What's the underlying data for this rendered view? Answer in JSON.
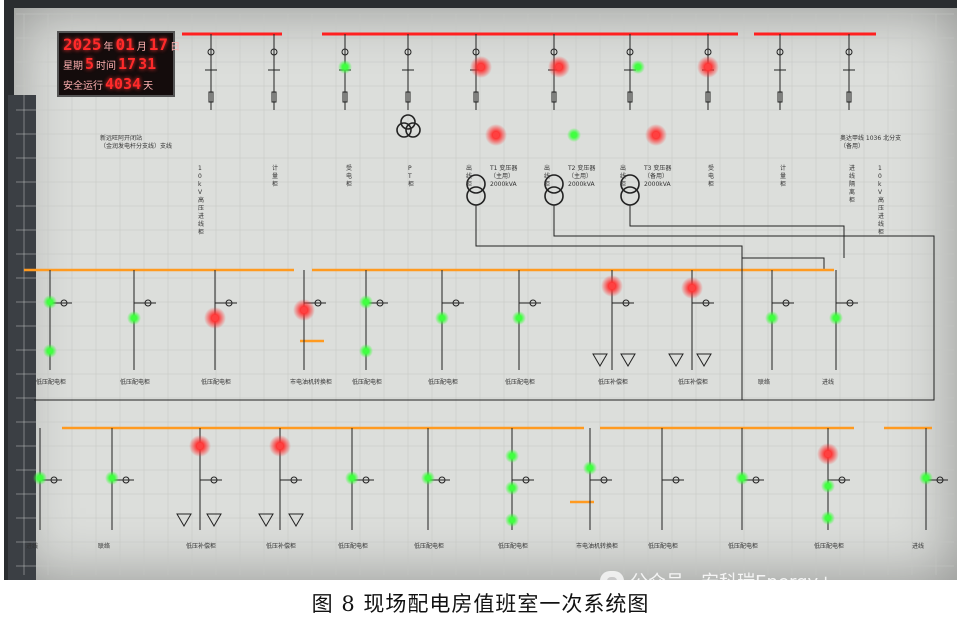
{
  "clock": {
    "year": "2025",
    "year_unit": "年",
    "month": "01",
    "month_unit": "月",
    "day": "17",
    "day_unit": "日",
    "weekday_label": "星期",
    "weekday": "5",
    "time_label": "时间",
    "hour": "17",
    "minute": "31",
    "safe_label": "安全运行",
    "safe_days": "4034",
    "safe_unit": "天"
  },
  "top_bays": {
    "incoming_left": "新远旺阿开闭站\n（金润发电杆分支线）支线",
    "incoming_right": "奥达甲线 1036 北分支\n（备用）",
    "t1": "T1 变压器\n（主用）",
    "t2": "T2 变压器\n（主用）",
    "t3": "T3 变压器\n（备用）",
    "capacity": "2000kVA",
    "bottom_labels": [
      "10kV高压进线柜",
      "计量柜",
      "受电柜",
      "PT柜",
      "出线柜",
      "出线柜",
      "出线柜",
      "受电柜",
      "计量柜",
      "进线隔离柜",
      "10kV高压进线柜"
    ]
  },
  "middle_labels": [
    "低压配电柜",
    "低压配电柜",
    "低压配电柜",
    "市电油机转换柜",
    "低压配电柜",
    "低压配电柜",
    "低压配电柜",
    "低压补偿柜",
    "低压补偿柜",
    "联络",
    "进线"
  ],
  "bottom_labels": [
    "进线",
    "联络",
    "低压补偿柜",
    "低压补偿柜",
    "低压配电柜",
    "低压配电柜",
    "低压配电柜",
    "市电油机转换柜",
    "低压配电柜",
    "低压配电柜",
    "低压配电柜",
    "进线"
  ],
  "caption": "图 8   现场配电房值班室一次系统图",
  "watermark": "公众号 · 安科瑞Energy+",
  "colors": {
    "red_lamp": "#ff2a2a",
    "green_lamp": "#33ff33",
    "orange_bus": "#ffa030",
    "board": "#dcdedb"
  }
}
